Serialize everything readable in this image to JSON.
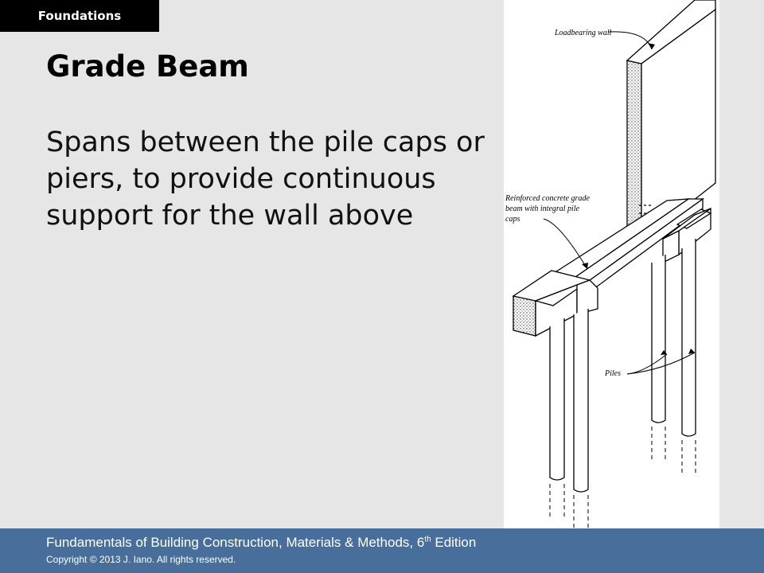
{
  "header": {
    "tab_label": "Foundations"
  },
  "slide": {
    "title": "Grade Beam",
    "body": "Spans between the pile caps or piers, to provide continuous support for the wall above"
  },
  "figure": {
    "labels": {
      "wall": "Loadbearing wall",
      "beam_line1": "Reinforced concrete grade",
      "beam_line2": "beam with integral pile",
      "beam_line3": "caps",
      "piles": "Piles"
    }
  },
  "footer": {
    "book_title": "Fundamentals of Building Construction, Materials & Methods, 6",
    "edition_sup": "th",
    "edition_suffix": " Edition",
    "copyright": "Copyright © 2013 J. Iano. All rights reserved."
  },
  "colors": {
    "background": "#e6e6e6",
    "footer": "#486f9b",
    "tab": "#000000"
  }
}
